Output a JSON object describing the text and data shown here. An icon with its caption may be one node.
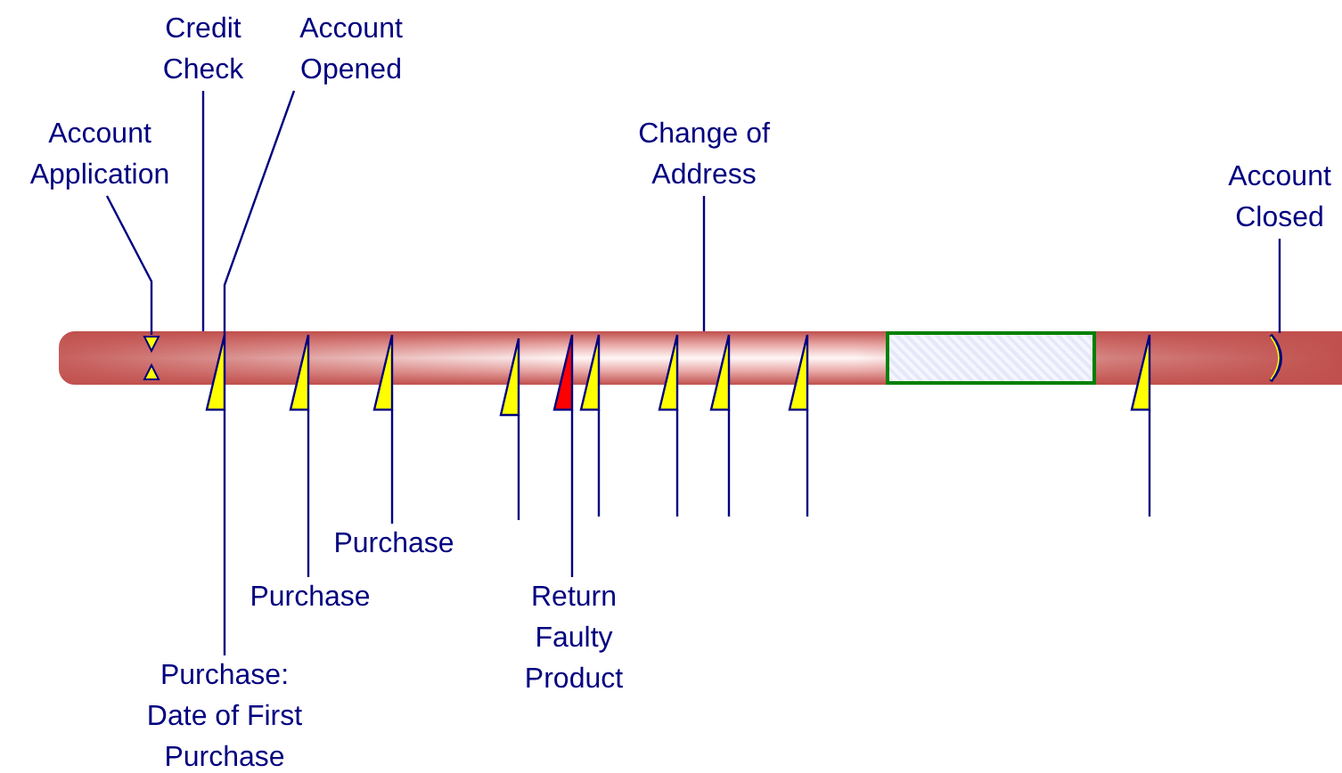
{
  "diagram": {
    "nodes": [
      {
        "text": [],
        "shape": "bar"
      },
      {
        "text": [
          "Account Application"
        ]
      },
      {
        "text": [
          "Credit Check"
        ]
      },
      {
        "text": [
          "Account Opened"
        ]
      },
      {
        "text": [
          "Change of Address"
        ]
      },
      {
        "text": [
          "Account Closed"
        ]
      },
      {
        "text": [],
        "shape": "bowtie",
        "in": 0
      },
      {
        "text": [],
        "shape": "flag"
      },
      {
        "text": [],
        "shape": "flag"
      },
      {
        "text": [],
        "shape": "flag"
      },
      {
        "text": [],
        "shape": "flag"
      },
      {
        "text": [],
        "shape": "flag"
      },
      {
        "text": [],
        "shape": "flag"
      },
      {
        "text": [],
        "shape": "flag"
      },
      {
        "text": [],
        "shape": "flag"
      },
      {
        "text": [],
        "shape": "flag"
      },
      {
        "text": [],
        "shape": "box",
        "in": 0
      },
      {
        "text": [],
        "shape": "flag"
      },
      {
        "text": [],
        "shape": "arc",
        "in": 0
      },
      {
        "text": [
          "Purchase: Date of First Purchase"
        ]
      },
      {
        "text": [
          "Purchase"
        ]
      },
      {
        "text": [
          "Purchase"
        ]
      },
      {
        "text": [
          "Return Faulty Product"
        ]
      }
    ],
    "edges": [
      {
        "from": 1,
        "to": 6,
        "arrow": "none"
      },
      {
        "from": 2,
        "to": 0,
        "arrow": "none"
      },
      {
        "from": 3,
        "to": 7,
        "arrow": "none"
      },
      {
        "from": 7,
        "to": 19,
        "arrow": "none"
      },
      {
        "from": 8,
        "to": 20,
        "arrow": "none"
      },
      {
        "from": 9,
        "to": 21,
        "arrow": "none"
      },
      {
        "from": 10,
        "to": null,
        "arrow": "none"
      },
      {
        "from": 11,
        "to": 22,
        "arrow": "none"
      },
      {
        "from": 12,
        "to": null,
        "arrow": "none"
      },
      {
        "from": 13,
        "to": null,
        "arrow": "none"
      },
      {
        "from": 4,
        "to": 0,
        "arrow": "none"
      },
      {
        "from": 14,
        "to": null,
        "arrow": "none"
      },
      {
        "from": 15,
        "to": null,
        "arrow": "none"
      },
      {
        "from": 17,
        "to": null,
        "arrow": "none"
      },
      {
        "from": 5,
        "to": 18,
        "arrow": "none"
      }
    ]
  }
}
